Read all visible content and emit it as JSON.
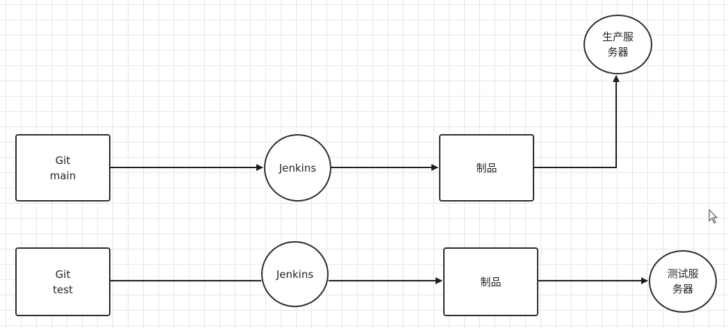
{
  "diagram": {
    "nodes": {
      "git_main": "Git\nmain",
      "jenkins_main": "Jenkins",
      "artifact_main": "制品",
      "prod_server": "生产服\n务器",
      "git_test": "Git\ntest",
      "jenkins_test": "Jenkins",
      "artifact_test": "制品",
      "test_server": "测试服\n务器"
    },
    "edges": [
      {
        "from": "git_main",
        "to": "jenkins_main"
      },
      {
        "from": "jenkins_main",
        "to": "artifact_main"
      },
      {
        "from": "artifact_main",
        "to": "prod_server"
      },
      {
        "from": "git_test",
        "to": "jenkins_test"
      },
      {
        "from": "jenkins_test",
        "to": "artifact_test"
      },
      {
        "from": "artifact_test",
        "to": "test_server"
      }
    ]
  }
}
